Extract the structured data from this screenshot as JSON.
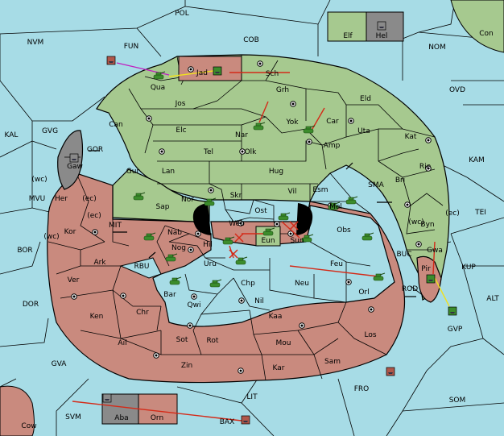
{
  "colors": {
    "sea": "#a7dce6",
    "green_power": "#a6c98f",
    "red_power": "#c98a7e",
    "neutral_land": "#d9c9b0",
    "grey": "#8a8a8a",
    "unit_green": "#3c8c2c",
    "unit_red": "#b0574a",
    "order_red": "#d42a18",
    "order_yellow": "#f0e020",
    "order_magenta": "#c020c0"
  },
  "sea_labels": [
    "POL",
    "NVM",
    "FUN",
    "COB",
    "NOM",
    "OVD",
    "KAL",
    "GVG",
    "GOR",
    "KAM",
    "MVU",
    "MIT",
    "SMA",
    "TEI",
    "BOR",
    "RBU",
    "BUC",
    "KUP",
    "DOR",
    "ROD",
    "ALT",
    "GVP",
    "GVA",
    "FRO",
    "SOM",
    "LIT",
    "SVM",
    "BAX"
  ],
  "land_labels": [
    "Con",
    "Elf",
    "Hel",
    "Jad",
    "Sch",
    "Qua",
    "Jos",
    "Grh",
    "Can",
    "Eld",
    "Elc",
    "Nar",
    "Yok",
    "Car",
    "Uta",
    "Kat",
    "Tel",
    "Olk",
    "Amp",
    "Gaw",
    "Gur",
    "Lan",
    "Hug",
    "Rie",
    "Bri",
    "Her",
    "(wc)",
    "(ec)",
    "Nor",
    "Skr",
    "Vil",
    "Esm",
    "Sap",
    "Ost",
    "Mel",
    "Web",
    "Byn",
    "Kor",
    "Nab",
    "Eun",
    "Obs",
    "Gwa",
    "Hil",
    "Sun",
    "Pir",
    "Nog",
    "Uru",
    "Feu",
    "Ark",
    "Ver",
    "Chp",
    "Neu",
    "Orl",
    "Bar",
    "Qwi",
    "Nil",
    "Ken",
    "Chr",
    "Kaa",
    "Ail",
    "Sot",
    "Rot",
    "Mou",
    "Los",
    "Zin",
    "Kar",
    "Sam",
    "Cow",
    "Aba",
    "Orn"
  ],
  "legend_tokens": {
    "dislodged": "✕",
    "supply_center": "◉"
  }
}
